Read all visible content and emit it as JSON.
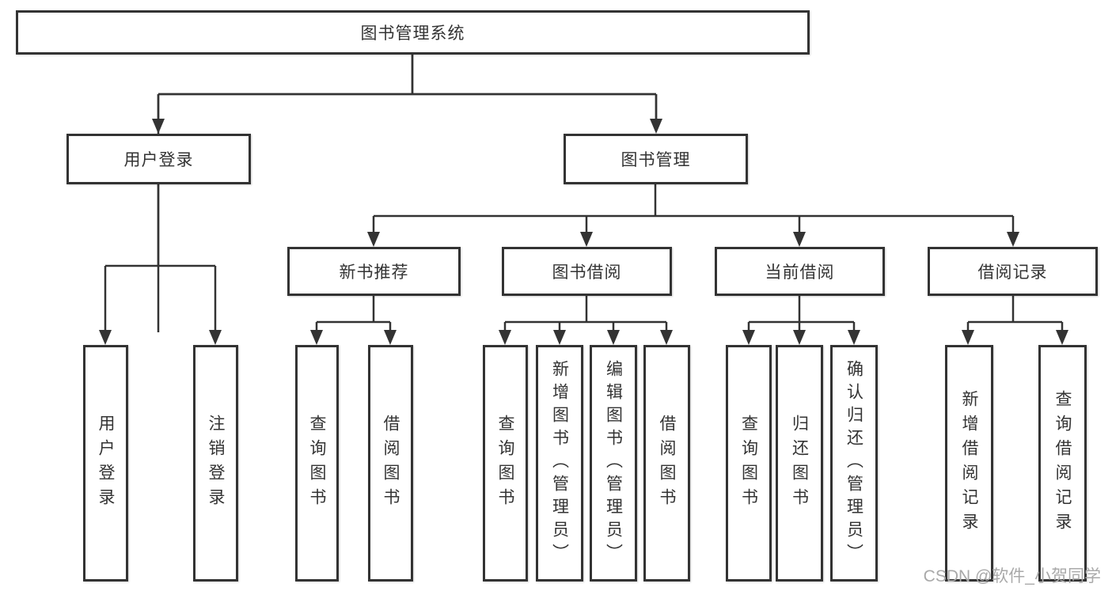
{
  "page": {
    "background": "#ffffff",
    "watermark": {
      "text": "CSDN @软件_小贺同学",
      "color": "#a9a9a9"
    }
  },
  "colors": {
    "line": "#333333",
    "box_border": "#333333",
    "text": "#333333"
  },
  "tree": {
    "label": "图书管理系统",
    "children": [
      {
        "label": "用户登录",
        "children": [
          {
            "label": "用户登录"
          },
          {
            "label": "注销登录"
          }
        ]
      },
      {
        "label": "图书管理",
        "children": [
          {
            "label": "新书推荐",
            "children": [
              {
                "label": "查询图书"
              },
              {
                "label": "借阅图书"
              }
            ]
          },
          {
            "label": "图书借阅",
            "children": [
              {
                "label": "查询图书"
              },
              {
                "label": "新增图书（管理员）"
              },
              {
                "label": "编辑图书（管理员）"
              },
              {
                "label": "借阅图书"
              }
            ]
          },
          {
            "label": "当前借阅",
            "children": [
              {
                "label": "查询图书"
              },
              {
                "label": "归还图书"
              },
              {
                "label": "确认归还（管理员）"
              }
            ]
          },
          {
            "label": "借阅记录",
            "children": [
              {
                "label": "新增借阅记录"
              },
              {
                "label": "查询借阅记录"
              }
            ]
          }
        ]
      }
    ]
  }
}
